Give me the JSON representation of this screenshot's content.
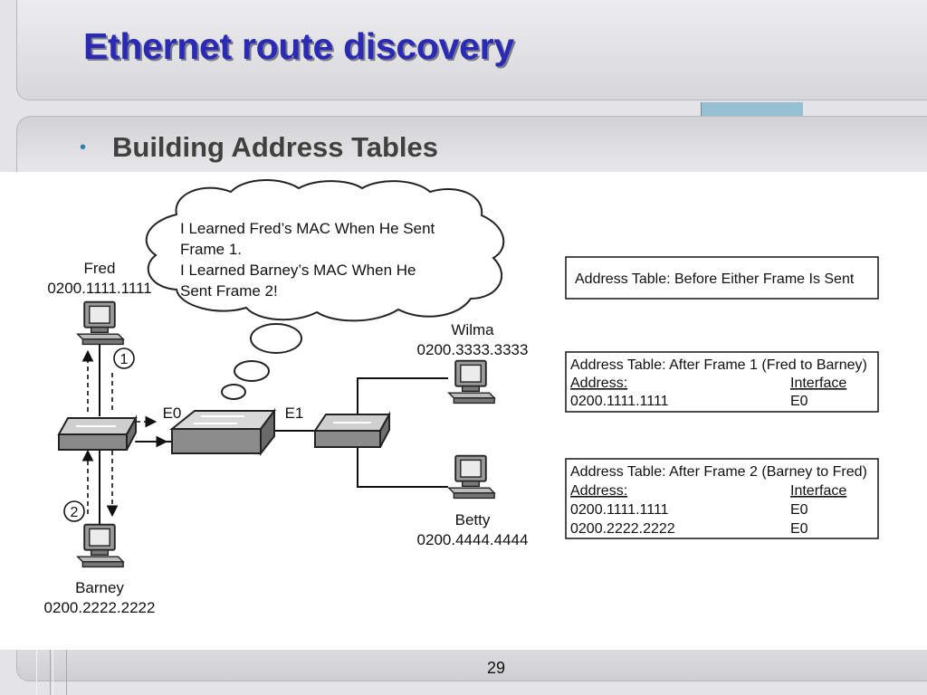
{
  "slide": {
    "title": "Ethernet route discovery",
    "bullet": "Building Address Tables",
    "page_number": "29"
  },
  "diagram": {
    "thought_bubble": {
      "line1": "I Learned Fred’s MAC When He Sent",
      "line2": "Frame 1.",
      "line3": "I Learned Barney’s MAC When He",
      "line4": "Sent Frame 2!"
    },
    "hosts": {
      "fred": {
        "name": "Fred",
        "mac": "0200.1111.1111"
      },
      "barney": {
        "name": "Barney",
        "mac": "0200.2222.2222"
      },
      "wilma": {
        "name": "Wilma",
        "mac": "0200.3333.3333"
      },
      "betty": {
        "name": "Betty",
        "mac": "0200.4444.4444"
      }
    },
    "step_markers": [
      "1",
      "2"
    ],
    "ports": {
      "e0": "E0",
      "e1": "E1"
    },
    "tables": {
      "before": {
        "title": "Address Table: Before Either Frame Is Sent"
      },
      "after_frame1": {
        "title": "Address Table: After Frame 1 (Fred to Barney)",
        "col_address": "Address:",
        "col_interface": "Interface",
        "rows": [
          {
            "address": "0200.1111.1111",
            "interface": "E0"
          }
        ]
      },
      "after_frame2": {
        "title": "Address Table: After Frame 2 (Barney to Fred)",
        "col_address": "Address:",
        "col_interface": "Interface",
        "rows": [
          {
            "address": "0200.1111.1111",
            "interface": "E0"
          },
          {
            "address": "0200.2222.2222",
            "interface": "E0"
          }
        ]
      }
    }
  },
  "colors": {
    "title": "#2a2ab4",
    "bullet": "#2d7fb0",
    "accent": "#96c0d4"
  }
}
